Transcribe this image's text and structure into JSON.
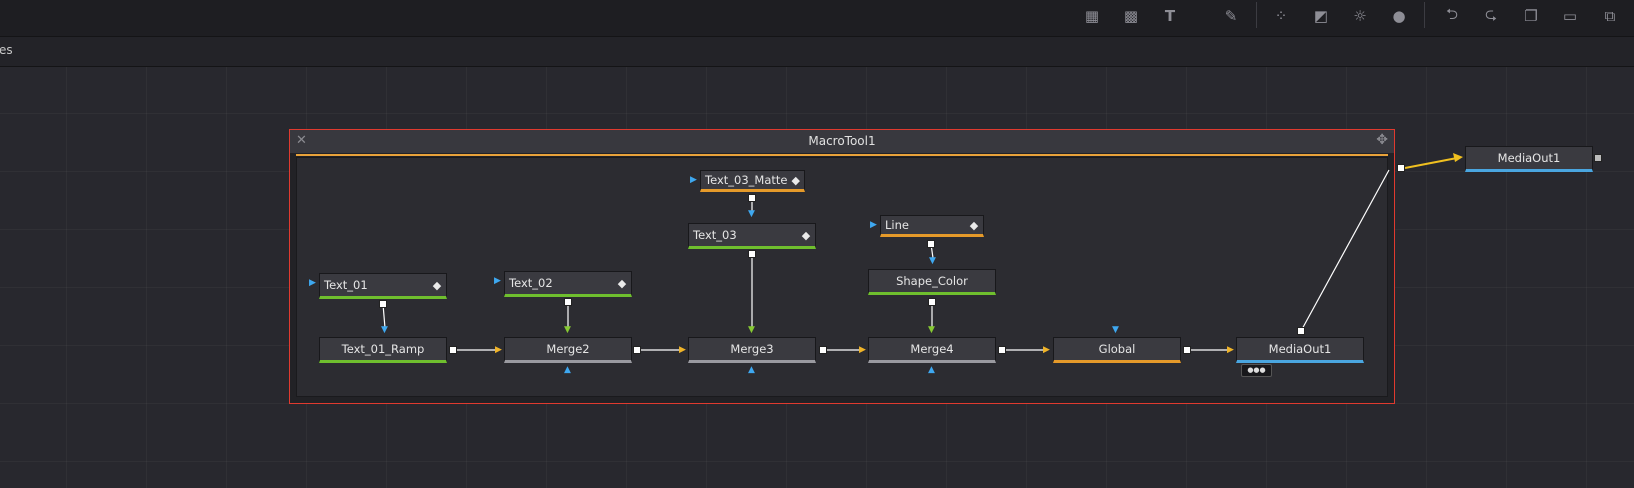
{
  "panel": {
    "title": "es"
  },
  "toolbar": {
    "buttons": [
      {
        "icon": "background-icon",
        "glyph": "▦"
      },
      {
        "icon": "pattern-icon",
        "glyph": "▩"
      },
      {
        "icon": "text-icon",
        "glyph": "T"
      },
      {
        "icon": "paint-brush-icon",
        "glyph": "✎"
      },
      {
        "icon": "particles-icon",
        "glyph": "⁘"
      },
      {
        "icon": "curves-icon",
        "glyph": "◩"
      },
      {
        "icon": "color-corrector-icon",
        "glyph": "☼"
      },
      {
        "icon": "blur-icon",
        "glyph": "●"
      },
      {
        "icon": "loader-icon",
        "glyph": "⮌"
      },
      {
        "icon": "saver-icon",
        "glyph": "⮎"
      },
      {
        "icon": "merge-icon",
        "glyph": "❐"
      },
      {
        "icon": "viewer-icon",
        "glyph": "▭"
      },
      {
        "icon": "transform-icon",
        "glyph": "⧉"
      }
    ]
  },
  "group": {
    "title": "MacroTool1",
    "close_glyph": "✕",
    "move_glyph": "✥"
  },
  "nodes": {
    "text_01": "Text_01",
    "text_02": "Text_02",
    "text_03_matte": "Text_03_Matte",
    "text_03": "Text_03",
    "line": "Line",
    "shape_color": "Shape_Color",
    "text_01_ramp": "Text_01_Ramp",
    "merge2": "Merge2",
    "merge3": "Merge3",
    "merge4": "Merge4",
    "global": "Global",
    "mediaout_inner": "MediaOut1",
    "mediaout_outer": "MediaOut1"
  },
  "colors": {
    "group_border": "#e03a2f",
    "group_header_line": "#e8a23a",
    "text_tool": "#6fbf2e",
    "mask_tool": "#e59a2a",
    "output_tool": "#4aa6e0",
    "wire": "#ffffff",
    "output_wire": "#f0c020"
  }
}
